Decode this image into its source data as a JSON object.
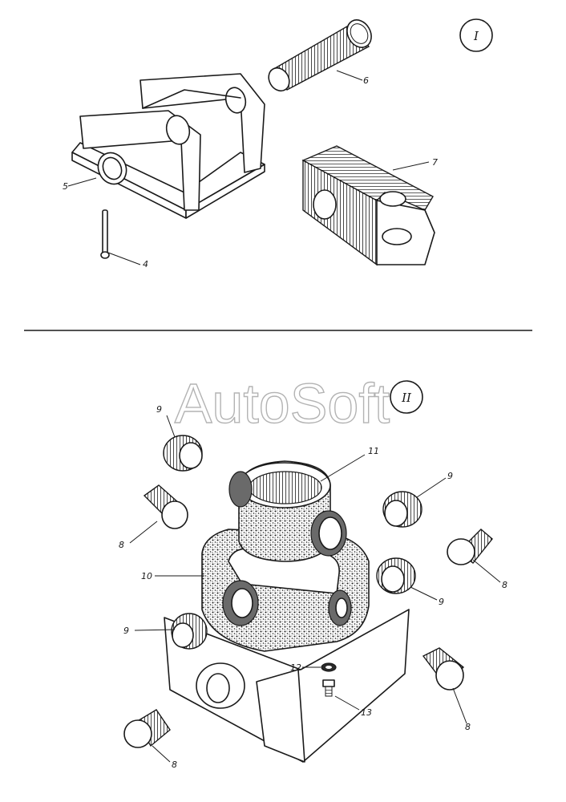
{
  "sections": [
    {
      "id": "I",
      "label": "I"
    },
    {
      "id": "II",
      "label": "II"
    }
  ],
  "watermark": "AutoSoft",
  "callouts": {
    "c4": "4",
    "c5": "5",
    "c6": "6",
    "c7": "7",
    "c8a": "8",
    "c8b": "8",
    "c8c": "8",
    "c8d": "8",
    "c9a": "9",
    "c9b": "9",
    "c9c": "9",
    "c9d": "9",
    "c10": "10",
    "c11": "11",
    "c12": "12",
    "c13": "13"
  }
}
